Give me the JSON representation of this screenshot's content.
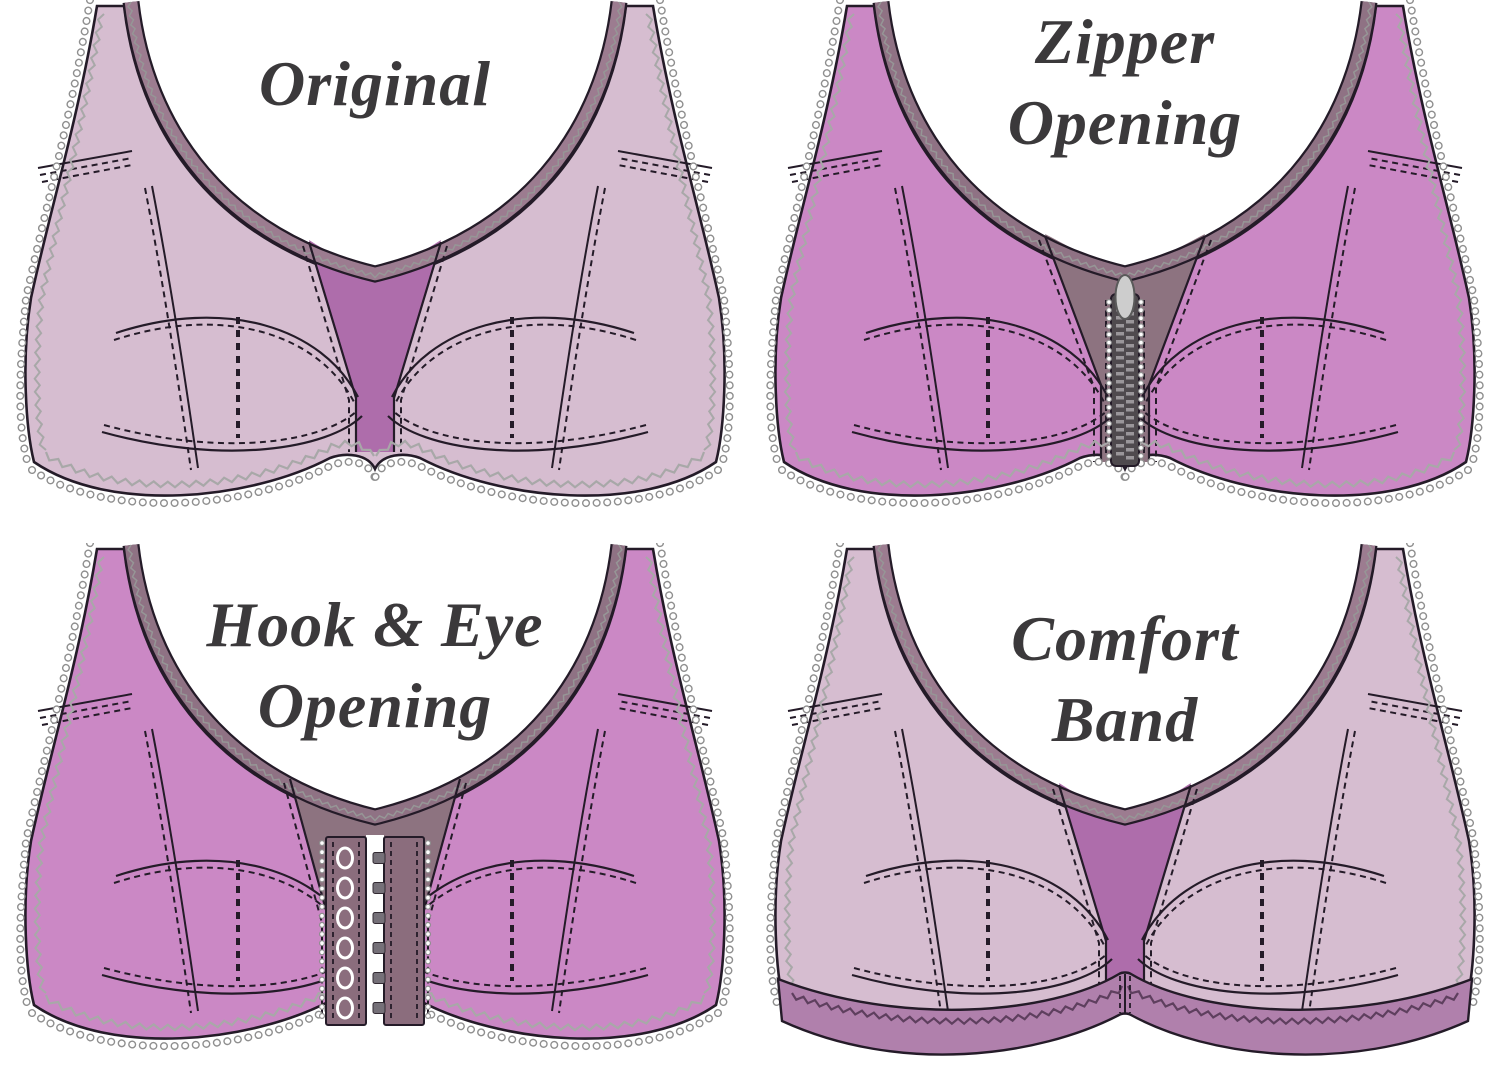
{
  "page": {
    "description": "Bra sewing pattern front-closure variations, 2x2 grid of technical flat illustrations"
  },
  "palette": {
    "background": "#ffffff",
    "outline": "#241b28",
    "stitch_gray": "#a8a8a8",
    "picot_rim": "#8f8f8f",
    "picot_fill": "#ffffff",
    "label_text": "#3b393b",
    "zigzag_dark": "#5e3f5e"
  },
  "cards": [
    {
      "variant": "original",
      "label_line1": "Original",
      "label_line2": "",
      "fabric": "#d6bdd0",
      "panel": "#ae6dab",
      "trim": "#9c7c90",
      "accent": ""
    },
    {
      "variant": "zipper",
      "label_line1": "Zipper",
      "label_line2": "Opening",
      "fabric": "#cb88c5",
      "panel": "#8d7380",
      "trim": "#8f7284",
      "accent": "#4f4a4e",
      "zipper_pull": "#cdcdcd",
      "zipper_teeth": "#9a969a"
    },
    {
      "variant": "hookeye",
      "label_line1": "Hook & Eye",
      "label_line2": "Opening",
      "fabric": "#cb88c5",
      "panel": "#8d7380",
      "trim": "#8f7284",
      "accent": "#8b6d7d",
      "hook_color": "#757078",
      "eye_color": "#ffffff"
    },
    {
      "variant": "comfort",
      "label_line1": "Comfort",
      "label_line2": "Band",
      "fabric": "#d6bdd0",
      "panel": "#ae6dab",
      "trim": "#9c7c90",
      "accent": "#b080ac"
    }
  ]
}
